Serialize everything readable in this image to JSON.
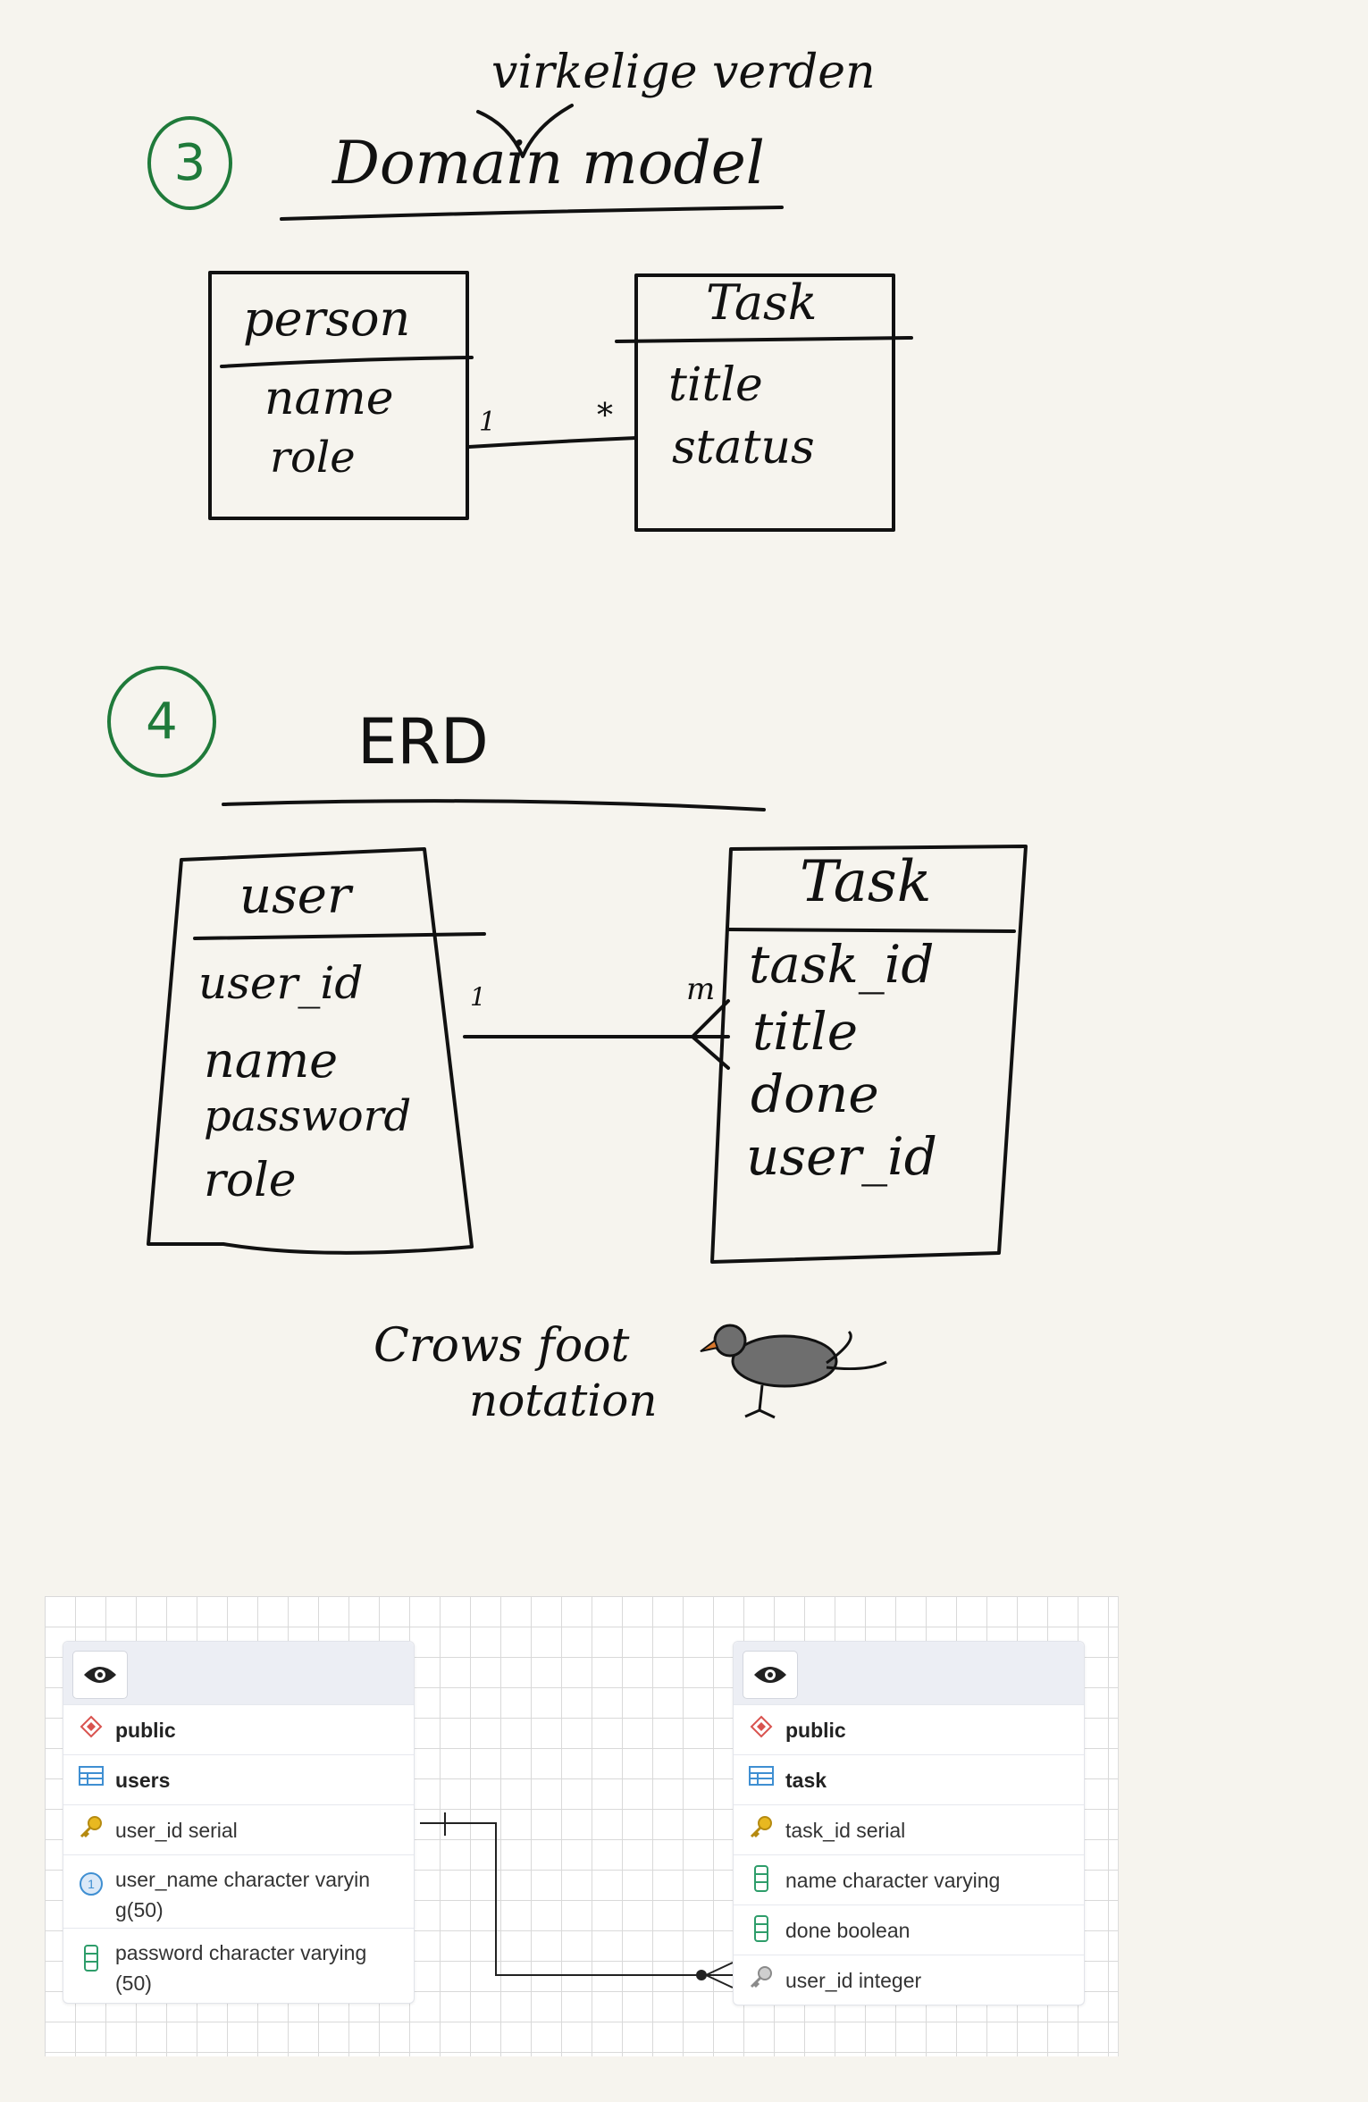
{
  "section3": {
    "number": "3",
    "title": "Domain model",
    "annotation": "virkelige verden",
    "entity_left": {
      "name": "person",
      "attributes": [
        "name",
        "role"
      ]
    },
    "entity_right": {
      "name": "Task",
      "attributes": [
        "title",
        "status"
      ]
    },
    "multiplicity_left": "1",
    "multiplicity_right": "*"
  },
  "section4": {
    "number": "4",
    "title": "ERD",
    "entity_left": {
      "name": "user",
      "attributes": [
        "user_id",
        "name",
        "password",
        "role"
      ]
    },
    "entity_right": {
      "name": "Task",
      "attributes": [
        "task_id",
        "title",
        "done",
        "user_id"
      ]
    },
    "multiplicity_left": "1",
    "multiplicity_right": "m",
    "caption_line1": "Crows foot",
    "caption_line2": "notation"
  },
  "erd_diagram": {
    "tables": [
      {
        "schema": "public",
        "table": "users",
        "columns": [
          {
            "icon": "primary-key-icon",
            "text": "user_id serial"
          },
          {
            "icon": "unique-constraint-icon",
            "text": "user_name character varyin g(50)"
          },
          {
            "icon": "column-icon",
            "text": "password character varying (50)"
          }
        ]
      },
      {
        "schema": "public",
        "table": "task",
        "columns": [
          {
            "icon": "primary-key-icon",
            "text": "task_id serial"
          },
          {
            "icon": "column-icon",
            "text": "name character varying"
          },
          {
            "icon": "column-icon",
            "text": "done boolean"
          },
          {
            "icon": "foreign-key-icon",
            "text": "user_id integer"
          }
        ]
      }
    ],
    "colors": {
      "schema_icon": "#d9534f",
      "table_icon": "#3f8fd2",
      "key_icon": "#d4a017",
      "column_icon": "#2e9d6a",
      "fk_icon": "#8a8a8a"
    }
  }
}
